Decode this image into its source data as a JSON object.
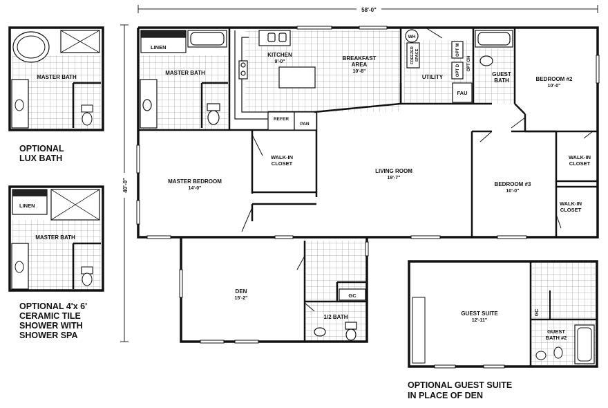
{
  "dimensions": {
    "width": "58'-0\"",
    "depth": "40'-0\""
  },
  "rooms": {
    "kitchen": {
      "name": "KITCHEN",
      "size": "9'-0\""
    },
    "breakfast": {
      "name1": "BREAKFAST",
      "name2": "AREA",
      "size": "10'-8\""
    },
    "utility": {
      "name": "UTILITY"
    },
    "wh": "WH",
    "freezer": {
      "line1": "FREEZER",
      "line2": "SPACE"
    },
    "opt_w": "OPT W",
    "opt_d": "OPT D",
    "opt_oh": "OPT OH",
    "fau": "FAU",
    "linen": "LINEN",
    "refer": "REFER",
    "pan": "PAN",
    "master_bath": {
      "name": "MASTER BATH"
    },
    "guest_bath": {
      "line1": "GUEST",
      "line2": "BATH"
    },
    "bedroom2": {
      "name": "BEDROOM #2",
      "size": "10'-0\""
    },
    "master_bedroom": {
      "name": "MASTER BEDROOM",
      "size": "14'-0\""
    },
    "walkin_closet_master": {
      "line1": "WALK-IN",
      "line2": "CLOSET"
    },
    "living_room": {
      "name": "LIVING ROOM",
      "size": "19'-7\""
    },
    "bedroom3": {
      "name": "BEDROOM #3",
      "size": "10'-0\""
    },
    "walkin_closet_b2": {
      "line1": "WALK-IN",
      "line2": "CLOSET"
    },
    "walkin_closet_b3": {
      "line1": "WALK-IN",
      "line2": "CLOSET"
    },
    "den": {
      "name": "DEN",
      "size": "15'-2\""
    },
    "gc": "GC",
    "half_bath": {
      "name": "1/2 BATH"
    }
  },
  "options": {
    "lux_bath": {
      "title1": "OPTIONAL",
      "title2": "LUX BATH",
      "room": "MASTER BATH"
    },
    "shower": {
      "title1": "OPTIONAL 4'x 6'",
      "title2": "CERAMIC TILE",
      "title3": "SHOWER WITH",
      "title4": "SHOWER SPA",
      "room": "MASTER BATH",
      "linen": "LINEN"
    },
    "guest_suite": {
      "title1": "OPTIONAL GUEST SUITE",
      "title2": "IN PLACE OF DEN",
      "room": "GUEST SUITE",
      "size": "12'-11\"",
      "gc": "GC",
      "bath1": "GUEST",
      "bath2": "BATH #2"
    }
  }
}
